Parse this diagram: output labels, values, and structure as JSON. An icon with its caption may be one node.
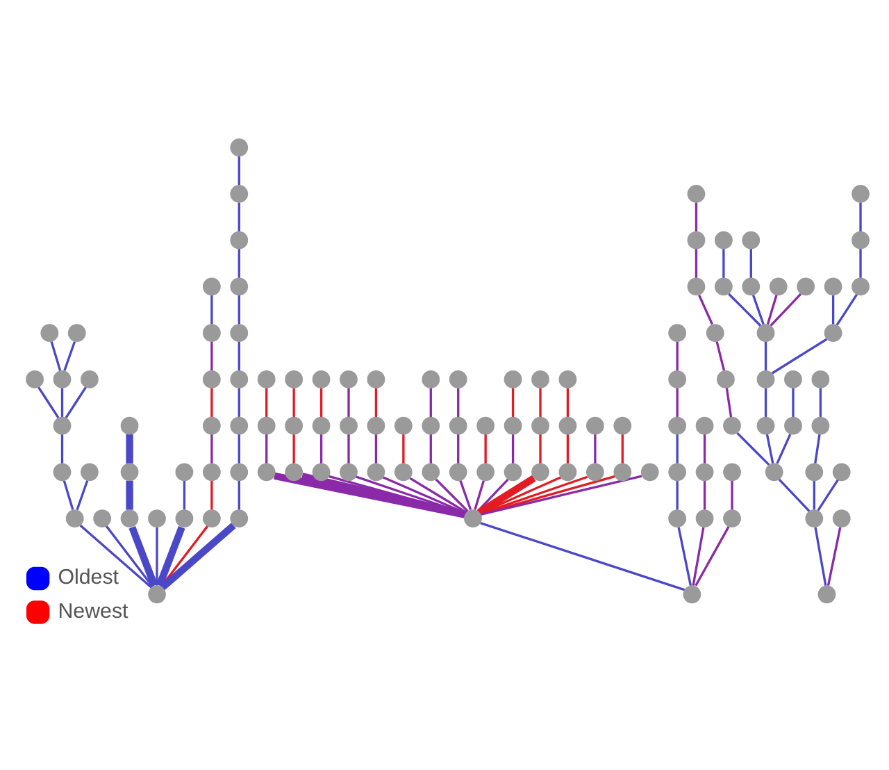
{
  "diagram": {
    "nodes": [
      {
        "text": [],
        "shape": "circle"
      },
      {
        "text": [],
        "shape": "circle"
      },
      {
        "text": [],
        "shape": "circle"
      },
      {
        "text": [],
        "shape": "circle"
      },
      {
        "text": [],
        "shape": "circle"
      },
      {
        "text": [],
        "shape": "circle"
      },
      {
        "text": [],
        "shape": "circle"
      },
      {
        "text": [],
        "shape": "circle"
      },
      {
        "text": [],
        "shape": "circle"
      },
      {
        "text": [],
        "shape": "circle"
      },
      {
        "text": [],
        "shape": "circle"
      },
      {
        "text": [],
        "shape": "circle"
      },
      {
        "text": [],
        "shape": "circle"
      },
      {
        "text": [],
        "shape": "circle"
      },
      {
        "text": [],
        "shape": "circle"
      },
      {
        "text": [],
        "shape": "circle"
      },
      {
        "text": [],
        "shape": "circle"
      },
      {
        "text": [],
        "shape": "circle"
      },
      {
        "text": [],
        "shape": "circle"
      },
      {
        "text": [],
        "shape": "circle"
      },
      {
        "text": [],
        "shape": "circle"
      },
      {
        "text": [],
        "shape": "circle"
      },
      {
        "text": [],
        "shape": "circle"
      },
      {
        "text": [],
        "shape": "circle"
      },
      {
        "text": [],
        "shape": "circle"
      },
      {
        "text": [],
        "shape": "circle"
      },
      {
        "text": [],
        "shape": "circle"
      },
      {
        "text": [],
        "shape": "circle"
      },
      {
        "text": [],
        "shape": "circle"
      },
      {
        "text": [],
        "shape": "circle"
      },
      {
        "text": [],
        "shape": "circle"
      },
      {
        "text": [],
        "shape": "circle"
      },
      {
        "text": [],
        "shape": "circle"
      },
      {
        "text": [],
        "shape": "circle"
      },
      {
        "text": [],
        "shape": "circle"
      },
      {
        "text": [],
        "shape": "circle"
      },
      {
        "text": [],
        "shape": "circle"
      },
      {
        "text": [],
        "shape": "circle"
      },
      {
        "text": [],
        "shape": "circle"
      },
      {
        "text": [],
        "shape": "circle"
      },
      {
        "text": [],
        "shape": "circle"
      },
      {
        "text": [],
        "shape": "circle"
      },
      {
        "text": [],
        "shape": "circle"
      },
      {
        "text": [],
        "shape": "circle"
      },
      {
        "text": [],
        "shape": "circle"
      },
      {
        "text": [],
        "shape": "circle"
      },
      {
        "text": [],
        "shape": "circle"
      },
      {
        "text": [],
        "shape": "circle"
      },
      {
        "text": [],
        "shape": "circle"
      },
      {
        "text": [],
        "shape": "circle"
      },
      {
        "text": [],
        "shape": "circle"
      },
      {
        "text": [],
        "shape": "circle"
      },
      {
        "text": [],
        "shape": "circle"
      },
      {
        "text": [],
        "shape": "circle"
      },
      {
        "text": [],
        "shape": "circle"
      },
      {
        "text": [],
        "shape": "circle"
      },
      {
        "text": [],
        "shape": "circle"
      },
      {
        "text": [],
        "shape": "circle"
      },
      {
        "text": [],
        "shape": "circle"
      },
      {
        "text": [],
        "shape": "circle"
      },
      {
        "text": [],
        "shape": "circle"
      },
      {
        "text": [],
        "shape": "circle"
      },
      {
        "text": [],
        "shape": "circle"
      },
      {
        "text": [],
        "shape": "circle"
      },
      {
        "text": [],
        "shape": "circle"
      },
      {
        "text": [],
        "shape": "circle"
      },
      {
        "text": [],
        "shape": "circle"
      },
      {
        "text": [],
        "shape": "circle"
      },
      {
        "text": [],
        "shape": "circle"
      },
      {
        "text": [],
        "shape": "circle"
      },
      {
        "text": [],
        "shape": "circle"
      },
      {
        "text": [],
        "shape": "circle"
      },
      {
        "text": [],
        "shape": "circle"
      },
      {
        "text": [],
        "shape": "circle"
      },
      {
        "text": [],
        "shape": "circle"
      },
      {
        "text": [],
        "shape": "circle"
      },
      {
        "text": [],
        "shape": "circle"
      },
      {
        "text": [],
        "shape": "circle"
      },
      {
        "text": [],
        "shape": "circle"
      },
      {
        "text": [],
        "shape": "circle"
      },
      {
        "text": [],
        "shape": "circle"
      },
      {
        "text": [],
        "shape": "circle"
      },
      {
        "text": [],
        "shape": "circle"
      },
      {
        "text": [],
        "shape": "circle"
      },
      {
        "text": [],
        "shape": "circle"
      },
      {
        "text": [],
        "shape": "circle"
      },
      {
        "text": [],
        "shape": "circle"
      },
      {
        "text": [],
        "shape": "circle"
      },
      {
        "text": [],
        "shape": "circle"
      },
      {
        "text": [],
        "shape": "circle"
      },
      {
        "text": [],
        "shape": "circle"
      },
      {
        "text": [],
        "shape": "circle"
      },
      {
        "text": [],
        "shape": "circle"
      },
      {
        "text": [],
        "shape": "circle"
      },
      {
        "text": [],
        "shape": "circle"
      },
      {
        "text": [],
        "shape": "circle"
      },
      {
        "text": [],
        "shape": "circle"
      },
      {
        "text": [],
        "shape": "circle"
      },
      {
        "text": [],
        "shape": "circle"
      },
      {
        "text": [],
        "shape": "circle"
      },
      {
        "text": [],
        "shape": "circle"
      },
      {
        "text": [],
        "shape": "circle"
      },
      {
        "text": [],
        "shape": "circle"
      },
      {
        "text": [],
        "shape": "circle"
      },
      {
        "text": [],
        "shape": "circle"
      },
      {
        "text": [],
        "shape": "circle"
      },
      {
        "text": [],
        "shape": "circle"
      },
      {
        "text": [],
        "shape": "circle"
      },
      {
        "text": [],
        "shape": "circle"
      },
      {
        "text": [],
        "shape": "circle"
      },
      {
        "text": [],
        "shape": "circle"
      },
      {
        "text": [],
        "shape": "circle"
      },
      {
        "text": [],
        "shape": "circle"
      }
    ],
    "edges": [
      {
        "from": 0,
        "to": 1,
        "arrow": "none"
      },
      {
        "from": 1,
        "to": 2,
        "arrow": "none"
      },
      {
        "from": 2,
        "to": 3,
        "arrow": "none"
      },
      {
        "from": 3,
        "to": 4,
        "arrow": "none"
      },
      {
        "from": 1,
        "to": 5,
        "arrow": "none"
      },
      {
        "from": 0,
        "to": 6,
        "arrow": "none"
      },
      {
        "from": 0,
        "to": 7,
        "arrow": "none",
        "style": "thick"
      },
      {
        "from": 7,
        "to": 8,
        "arrow": "none",
        "style": "thick"
      },
      {
        "from": 8,
        "to": 9,
        "arrow": "none",
        "style": "thick"
      },
      {
        "from": 0,
        "to": 10,
        "arrow": "none"
      },
      {
        "from": 0,
        "to": 11,
        "arrow": "none",
        "style": "thick"
      },
      {
        "from": 0,
        "to": 12,
        "arrow": "none",
        "color": "#e31b23"
      },
      {
        "from": 0,
        "to": 13,
        "arrow": "none",
        "style": "thick"
      },
      {
        "from": 11,
        "to": 14,
        "arrow": "none"
      },
      {
        "from": 13,
        "to": 15,
        "arrow": "none"
      },
      {
        "from": 12,
        "to": 16,
        "arrow": "none",
        "color": "#e31b23"
      },
      {
        "from": 15,
        "to": 17,
        "arrow": "none"
      },
      {
        "from": 16,
        "to": 18,
        "arrow": "none",
        "color": "#8a2aa8"
      },
      {
        "from": 17,
        "to": 19,
        "arrow": "none"
      },
      {
        "from": 18,
        "to": 20,
        "arrow": "none",
        "color": "#e31b23"
      },
      {
        "from": 19,
        "to": 21,
        "arrow": "none"
      },
      {
        "from": 20,
        "to": 22,
        "arrow": "none",
        "color": "#8a2aa8"
      },
      {
        "from": 21,
        "to": 23,
        "arrow": "none"
      },
      {
        "from": 23,
        "to": 24,
        "arrow": "none"
      },
      {
        "from": 24,
        "to": 25,
        "arrow": "none"
      },
      {
        "from": 25,
        "to": 26,
        "arrow": "none"
      },
      {
        "from": 22,
        "to": 27,
        "arrow": "none"
      },
      {
        "from": 3,
        "to": 28,
        "arrow": "none"
      },
      {
        "from": 28,
        "to": 29,
        "arrow": "none"
      },
      {
        "from": 28,
        "to": 30,
        "arrow": "none"
      },
      {
        "from": 3,
        "to": 31,
        "arrow": "none"
      },
      {
        "from": 32,
        "to": 33,
        "arrow": "none"
      },
      {
        "from": 32,
        "to": 34,
        "arrow": "none"
      },
      {
        "from": 32,
        "to": 35,
        "arrow": "none",
        "color": "#8a2aa8"
      },
      {
        "from": 32,
        "to": 36,
        "arrow": "none",
        "color": "#8a2aa8"
      },
      {
        "from": 34,
        "to": 37,
        "arrow": "none"
      },
      {
        "from": 37,
        "to": 38,
        "arrow": "none"
      },
      {
        "from": 38,
        "to": 39,
        "arrow": "none",
        "color": "#8a2aa8"
      },
      {
        "from": 39,
        "to": 40,
        "arrow": "none",
        "color": "#8a2aa8"
      },
      {
        "from": 35,
        "to": 41,
        "arrow": "none",
        "color": "#8a2aa8"
      },
      {
        "from": 41,
        "to": 42,
        "arrow": "none",
        "color": "#8a2aa8"
      },
      {
        "from": 36,
        "to": 43,
        "arrow": "none",
        "color": "#8a2aa8"
      },
      {
        "from": 33,
        "to": 44,
        "arrow": "none",
        "style": "thick",
        "color": "#8a2aa8"
      },
      {
        "from": 33,
        "to": 45,
        "arrow": "none",
        "style": "thick",
        "color": "#8a2aa8"
      },
      {
        "from": 33,
        "to": 46,
        "arrow": "none",
        "color": "#8a2aa8"
      },
      {
        "from": 33,
        "to": 47,
        "arrow": "none",
        "color": "#8a2aa8"
      },
      {
        "from": 33,
        "to": 48,
        "arrow": "none",
        "color": "#8a2aa8"
      },
      {
        "from": 33,
        "to": 49,
        "arrow": "none",
        "color": "#8a2aa8"
      },
      {
        "from": 33,
        "to": 50,
        "arrow": "none",
        "color": "#8a2aa8"
      },
      {
        "from": 33,
        "to": 51,
        "arrow": "none",
        "color": "#8a2aa8"
      },
      {
        "from": 33,
        "to": 52,
        "arrow": "none",
        "color": "#8a2aa8"
      },
      {
        "from": 33,
        "to": 53,
        "arrow": "none",
        "color": "#8a2aa8"
      },
      {
        "from": 33,
        "to": 54,
        "arrow": "none",
        "style": "thick",
        "color": "#e31b23"
      },
      {
        "from": 33,
        "to": 55,
        "arrow": "none",
        "color": "#e31b23"
      },
      {
        "from": 33,
        "to": 56,
        "arrow": "none",
        "color": "#e31b23"
      },
      {
        "from": 33,
        "to": 57,
        "arrow": "none",
        "color": "#e31b23"
      },
      {
        "from": 33,
        "to": 58,
        "arrow": "none",
        "color": "#8a2aa8"
      },
      {
        "from": 44,
        "to": 59,
        "arrow": "none",
        "color": "#8a2aa8"
      },
      {
        "from": 45,
        "to": 60,
        "arrow": "none",
        "color": "#e31b23"
      },
      {
        "from": 46,
        "to": 61,
        "arrow": "none",
        "color": "#8a2aa8"
      },
      {
        "from": 47,
        "to": 62,
        "arrow": "none",
        "color": "#8a2aa8"
      },
      {
        "from": 48,
        "to": 63,
        "arrow": "none",
        "color": "#8a2aa8"
      },
      {
        "from": 49,
        "to": 64,
        "arrow": "none",
        "color": "#e31b23"
      },
      {
        "from": 50,
        "to": 65,
        "arrow": "none",
        "color": "#8a2aa8"
      },
      {
        "from": 51,
        "to": 66,
        "arrow": "none",
        "color": "#8a2aa8"
      },
      {
        "from": 52,
        "to": 67,
        "arrow": "none",
        "color": "#e31b23"
      },
      {
        "from": 53,
        "to": 68,
        "arrow": "none",
        "color": "#8a2aa8"
      },
      {
        "from": 54,
        "to": 69,
        "arrow": "none",
        "color": "#e31b23"
      },
      {
        "from": 55,
        "to": 70,
        "arrow": "none",
        "color": "#e31b23"
      },
      {
        "from": 56,
        "to": 71,
        "arrow": "none",
        "color": "#8a2aa8"
      },
      {
        "from": 57,
        "to": 72,
        "arrow": "none",
        "color": "#e31b23"
      },
      {
        "from": 59,
        "to": 73,
        "arrow": "none",
        "color": "#e31b23"
      },
      {
        "from": 60,
        "to": 74,
        "arrow": "none",
        "color": "#e31b23"
      },
      {
        "from": 61,
        "to": 75,
        "arrow": "none",
        "color": "#e31b23"
      },
      {
        "from": 62,
        "to": 76,
        "arrow": "none",
        "color": "#8a2aa8"
      },
      {
        "from": 65,
        "to": 77,
        "arrow": "none",
        "color": "#8a2aa8"
      },
      {
        "from": 66,
        "to": 78,
        "arrow": "none",
        "color": "#8a2aa8"
      },
      {
        "from": 68,
        "to": 79,
        "arrow": "none",
        "color": "#e31b23"
      },
      {
        "from": 69,
        "to": 80,
        "arrow": "none",
        "color": "#e31b23"
      },
      {
        "from": 70,
        "to": 81,
        "arrow": "none",
        "color": "#e31b23"
      },
      {
        "from": 63,
        "to": 82,
        "arrow": "none",
        "color": "#e31b23"
      },
      {
        "from": 83,
        "to": 84,
        "arrow": "none"
      },
      {
        "from": 84,
        "to": 85,
        "arrow": "none"
      },
      {
        "from": 84,
        "to": 86,
        "arrow": "none"
      },
      {
        "from": 84,
        "to": 87,
        "arrow": "none"
      },
      {
        "from": 85,
        "to": 88,
        "arrow": "none"
      },
      {
        "from": 88,
        "to": 89,
        "arrow": "none",
        "color": "#8a2aa8"
      },
      {
        "from": 89,
        "to": 90,
        "arrow": "none",
        "color": "#8a2aa8"
      },
      {
        "from": 90,
        "to": 91,
        "arrow": "none",
        "color": "#8a2aa8"
      },
      {
        "from": 91,
        "to": 92,
        "arrow": "none",
        "color": "#8a2aa8"
      },
      {
        "from": 92,
        "to": 93,
        "arrow": "none",
        "color": "#8a2aa8"
      },
      {
        "from": 85,
        "to": 94,
        "arrow": "none"
      },
      {
        "from": 94,
        "to": 95,
        "arrow": "none"
      },
      {
        "from": 95,
        "to": 96,
        "arrow": "none"
      },
      {
        "from": 95,
        "to": 97,
        "arrow": "none"
      },
      {
        "from": 85,
        "to": 98,
        "arrow": "none"
      },
      {
        "from": 98,
        "to": 99,
        "arrow": "none"
      },
      {
        "from": 86,
        "to": 100,
        "arrow": "none"
      },
      {
        "from": 100,
        "to": 101,
        "arrow": "none"
      },
      {
        "from": 83,
        "to": 102,
        "arrow": "none",
        "color": "#8a2aa8"
      },
      {
        "from": 96,
        "to": 103,
        "arrow": "none"
      },
      {
        "from": 96,
        "to": 104,
        "arrow": "none"
      },
      {
        "from": 97,
        "to": 105,
        "arrow": "none"
      },
      {
        "from": 96,
        "to": 106,
        "arrow": "none",
        "color": "#8a2aa8"
      },
      {
        "from": 104,
        "to": 107,
        "arrow": "none"
      },
      {
        "from": 103,
        "to": 108,
        "arrow": "none"
      },
      {
        "from": 96,
        "to": 109,
        "arrow": "none",
        "color": "#8a2aa8"
      },
      {
        "from": 97,
        "to": 110,
        "arrow": "none"
      },
      {
        "from": 110,
        "to": 111,
        "arrow": "none"
      },
      {
        "from": 111,
        "to": 112,
        "arrow": "none"
      }
    ],
    "legend": [
      {
        "text": "Oldest",
        "color": "#0000ff"
      },
      {
        "text": "Newest",
        "color": "#ff0000"
      }
    ]
  }
}
